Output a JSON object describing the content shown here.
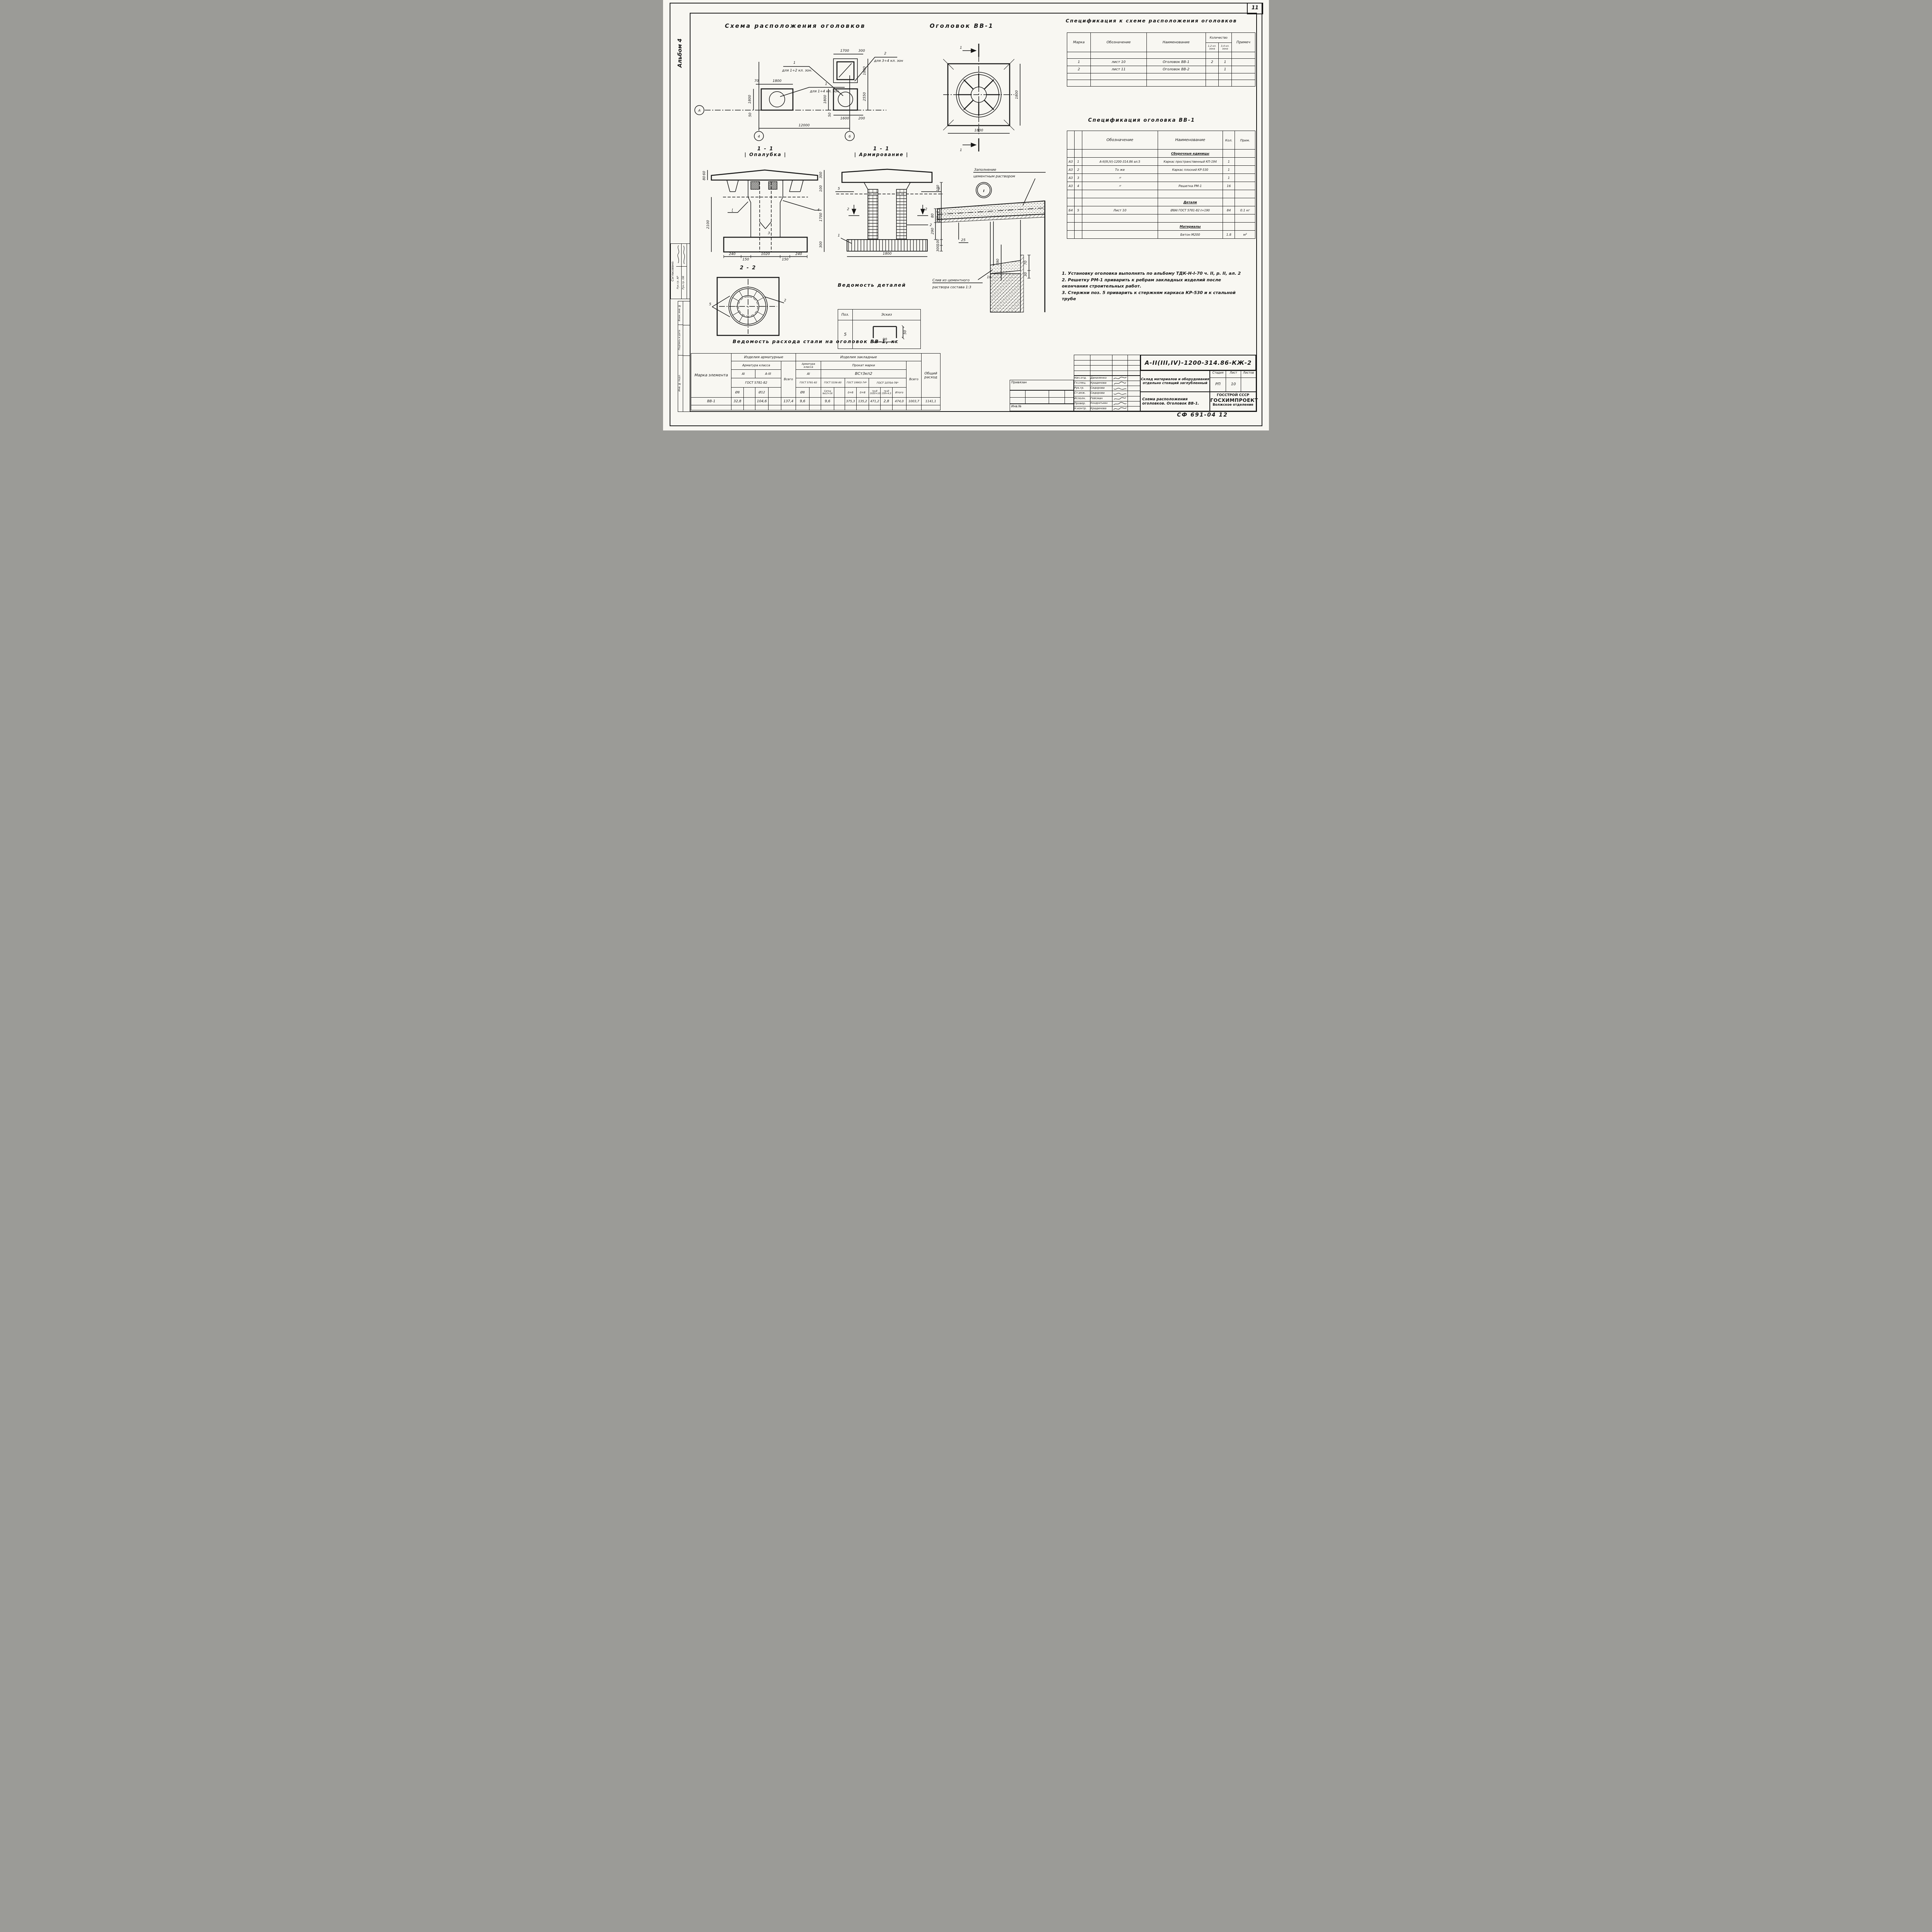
{
  "page": {
    "number": "11",
    "album": "Альбом 4",
    "footer_code": "СФ 691-04   12"
  },
  "sidebar": {
    "agreed_title": "Согласовано:",
    "agreed_row1": "Рук.гр. АР",
    "agreed_row2": "Рук.гр. ОВ",
    "label_vzam": "Взам. инв. №",
    "label_podpis": "Подпись и дата",
    "label_inv": "Инв. № подл."
  },
  "scheme": {
    "title": "Схема расположения оголовков",
    "axis_a": "А",
    "grid_4": "4",
    "grid_6": "6",
    "d70": "70",
    "d1800_top": "1800",
    "d1800_left": "1800",
    "d50_left": "50",
    "d1700": "1700",
    "d300": "300",
    "d1800_right": "1800",
    "d1800_mid": "1800",
    "d2550": "2550",
    "d1600": "1600",
    "d200": "200",
    "d50_right": "50",
    "d12000": "12000",
    "c1": "1",
    "c1_note": "для 1÷4 кл. зон",
    "c2": "2",
    "c2_note": "для 3÷4 кл. зон",
    "c3": "1",
    "c3_note": "для 1÷2 кл. зон."
  },
  "plan": {
    "title": "Оголовок ВВ-1",
    "cut": "1",
    "d1800_b": "1800",
    "d1800_r": "1800"
  },
  "spec1": {
    "title": "Спецификация к схеме расположения оголовков",
    "h_marka": "Марка",
    "h_oboz": "Обозначение",
    "h_naim": "Наименование",
    "h_qty": "Количество",
    "h_qty1": "1,2 кл. зона",
    "h_qty2": "3,4 кл. зона",
    "h_prim": "Примеч",
    "rows": [
      [
        "1",
        "лист 10",
        "Оголовок ВВ-1",
        "2",
        "1",
        ""
      ],
      [
        "2",
        "лист 11",
        "Оголовок ВВ-2",
        "",
        "1",
        ""
      ]
    ]
  },
  "spec2": {
    "title": "Спецификация оголовка ВВ-1",
    "h_oboz": "Обозначение",
    "h_naim": "Наименование",
    "h_kol": "Кол.",
    "h_prim": "Прим.",
    "sec_units": "Сборочные единицы",
    "sec_details": "Детали",
    "sec_materials": "Материалы",
    "rows": [
      [
        "А3",
        "1",
        "А-II(III,IV)-1200-314.86  ал.5",
        "Каркас пространственный КП-194",
        "1",
        ""
      ],
      [
        "А3",
        "2",
        "То же",
        "Каркас плоский КР-530",
        "1",
        ""
      ],
      [
        "А3",
        "3",
        "〃",
        "",
        "1",
        ""
      ],
      [
        "А3",
        "4",
        "〃",
        "Решетка РМ-1",
        "16",
        ""
      ],
      [
        "Б4",
        "5",
        "Лист 10",
        "Ø8АI ГОСТ 5781-82 ℓ=190",
        "84",
        "0.1 кг"
      ]
    ],
    "material_row": [
      "Бетон М200",
      "1.8",
      "м³"
    ]
  },
  "notes": {
    "n1": "1. Установку оголовка выполнять по альбому ТДК-Н-I-70  ч. II, р. II, ал. 2",
    "n2": "2. Решетку РМ-1 приварить к ребрам закладных изделий после окончания строительных работ.",
    "n3": "3. Стержни поз. 5 приварить к стержням каркаса КР-530 и к стальной трубе"
  },
  "sec11a": {
    "title": "1 - 1",
    "subtitle": "Опалубка",
    "c_i": "I",
    "c3": "3",
    "c4": "4",
    "d60": "60",
    "d80": "80",
    "d2100": "2100",
    "d300t": "300",
    "d100": "100",
    "d1700": "1700",
    "d300b": "300",
    "b240a": "240",
    "b150a": "150",
    "b1020": "1020",
    "b150b": "150",
    "b240b": "240"
  },
  "sec11b": {
    "title": "1 - 1",
    "subtitle": "Армирование",
    "c5": "5",
    "c2": "2",
    "c1": "1",
    "d100t": "100",
    "d250": "250×6",
    "d100b": "100",
    "d300": "300",
    "d1800": "1800"
  },
  "sec22": {
    "title": "2 - 2",
    "c5": "5",
    "c2": "2"
  },
  "detail": {
    "node": "I",
    "fill1": "Заполнение",
    "fill2": "цементным раствором",
    "drain1": "Слив из цементного",
    "drain2": "раствора состава 1:3",
    "d80": "80",
    "d290": "290",
    "d25": "25",
    "d390": "390",
    "d10": "10",
    "d30": "30",
    "d70": "70"
  },
  "details_table": {
    "title": "Ведомость деталей",
    "h_poz": "Поз.",
    "h_eskiz": "Эскиз",
    "poz": "5",
    "dw": "90",
    "dh": "50"
  },
  "steel": {
    "title": "Ведомость расхода стали на оголовок ВВ-1, кг",
    "h_marka": "Марка элемента",
    "g_arm": "Изделия арматурные",
    "g_zakl": "Изделия закладные",
    "h_armklass": "Арматура класса",
    "h_vsego": "Всего",
    "h_a1": "АI",
    "h_a3": "А-III",
    "h_gost5781": "ГОСТ 5781-82",
    "h_prokat": "Прокат марки",
    "h_vst": "ВСт3кп2",
    "h_gost5336": "ГОСТ 5336-80",
    "h_gost19903": "ГОСТ 19903-74*",
    "h_gost10704": "ГОСТ 10704-76*",
    "h_f8": "Ø8",
    "h_f12": "Ø12",
    "h_setka": "Сетка №12×16",
    "h_b6": "δ=6",
    "h_b8": "δ=8",
    "h_tr1": "тр.Ø 1020×10",
    "h_tr2": "тр.Ø 159×4,5",
    "h_itogo": "Итого",
    "h_obshiy": "Общий расход",
    "row": [
      "ВВ-1",
      "32,8",
      "",
      "104,6",
      "",
      "137,4",
      "9,6",
      "",
      "9,6",
      "",
      "375,3",
      "135,2",
      "471,2",
      "2,8",
      "474,0",
      "1003,7",
      "1141,1"
    ]
  },
  "titleblock": {
    "code": "А-II(III,IV)-1200-314.86-КЖ-2",
    "privyazan": "Привязан",
    "inv": "Инв.№",
    "roles": [
      "Нач.отд.",
      "Гл.спец.",
      "Рук.гр.",
      "Ст.инж.",
      "Исполн.",
      "Провер.",
      "Н.контр."
    ],
    "names": [
      "Даниленко",
      "Крадинова",
      "Сидорова",
      "Сидорова",
      "Гейсман",
      "Кондратьева",
      "Крадинова"
    ],
    "object": "Склад материалов и оборудования отдельно стоящий заглубленный",
    "doc": "Схема расположения оголовков. Оголовок ВВ-1.",
    "h_stage": "Стадия",
    "h_sheet": "Лист",
    "h_sheets": "Листов",
    "stage": "РП",
    "sheet": "10",
    "sheets": "",
    "org1": "ГОССТРОЙ СССР",
    "org2": "ГОСХИМПРОЕКТ",
    "org3": "Волжское отделение"
  }
}
